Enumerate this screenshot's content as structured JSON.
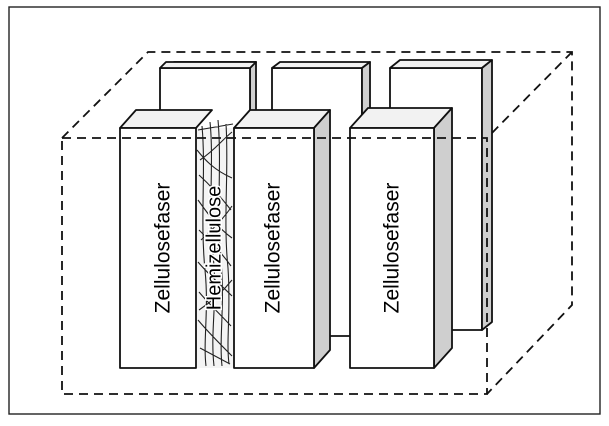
{
  "diagram": {
    "front_labels": [
      "Zellulosefaser",
      "Zellulosefaser",
      "Zellulosefaser"
    ],
    "middle_label": "Hemizellulose"
  }
}
